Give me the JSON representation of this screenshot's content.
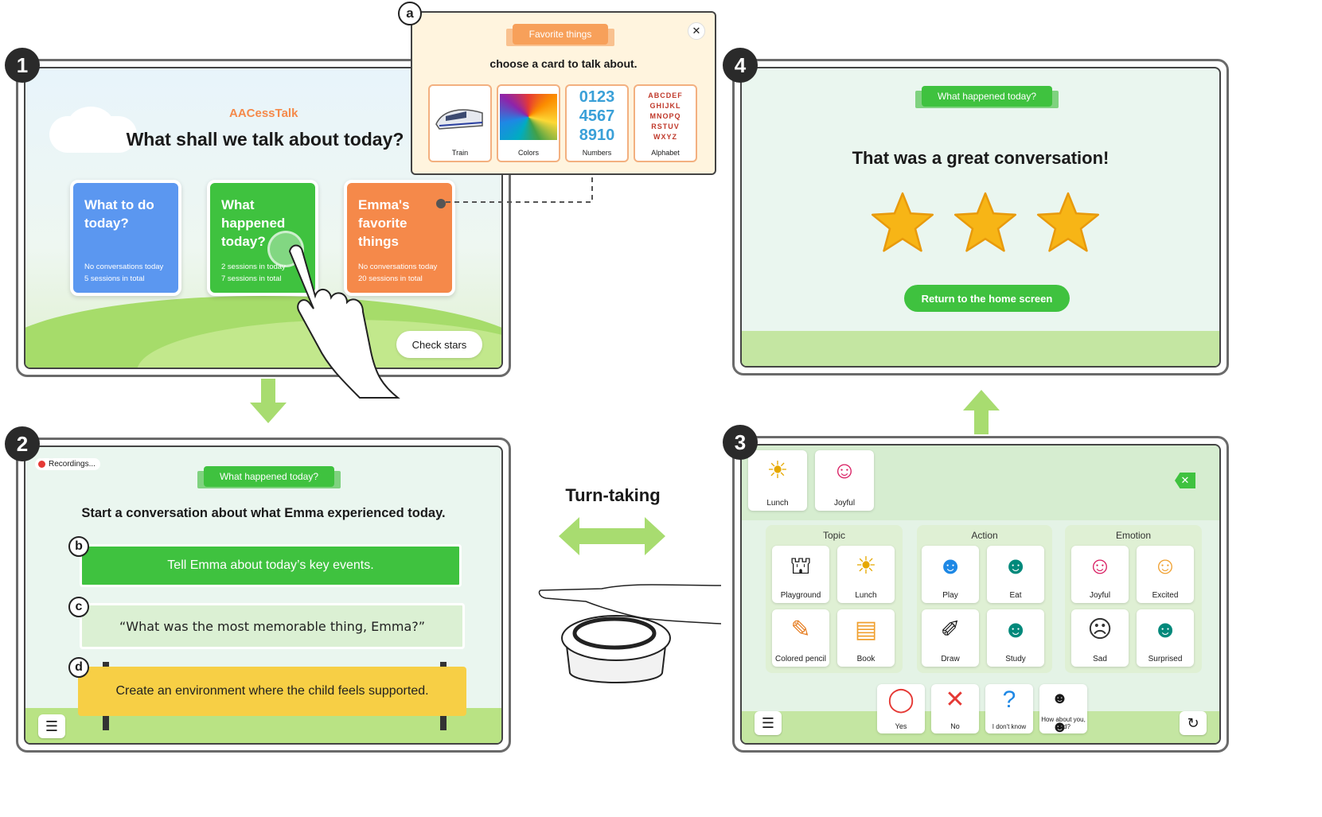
{
  "steps": {
    "one": "1",
    "two": "2",
    "three": "3",
    "four": "4"
  },
  "panel1": {
    "logo": "AACessTalk",
    "heading": "What shall we talk about today?",
    "cards": [
      {
        "title": "What to do today?",
        "line1": "No conversations today",
        "line2": "5 sessions in total",
        "color": "#5b97f0"
      },
      {
        "title": "What happened today?",
        "line1": "2 sessions in today",
        "line2": "7 sessions in total",
        "color": "#3fc23f"
      },
      {
        "title": "Emma's favorite things",
        "line1": "No conversations today",
        "line2": "20 sessions in total",
        "color": "#f5894a"
      }
    ],
    "check_stars": "Check stars"
  },
  "popup_a": {
    "badge": "a",
    "ribbon": "Favorite things",
    "prompt": "choose a card to talk about.",
    "close_icon": "close-icon",
    "cards": [
      {
        "label": "Train"
      },
      {
        "label": "Colors"
      },
      {
        "label": "Numbers",
        "art": "0123\n4567\n8910"
      },
      {
        "label": "Alphabet",
        "art": "ABCDEF\nGHIJKL\nMNOPQ\nRSTUV\nWXYZ"
      }
    ]
  },
  "panel2": {
    "recording": "Recordings...",
    "ribbon": "What happened today?",
    "heading": "Start a conversation about what Emma experienced today.",
    "b_badge": "b",
    "c_badge": "c",
    "d_badge": "d",
    "b_text": "Tell Emma about today’s key events.",
    "c_text": "“What was the most memorable thing, Emma?”",
    "d_text": "Create an environment where the child feels supported."
  },
  "middle": {
    "turn_taking": "Turn-taking"
  },
  "panel3": {
    "selected": [
      {
        "label": "Lunch",
        "icon": "☀"
      },
      {
        "label": "Joyful",
        "icon": "☺"
      }
    ],
    "groups": [
      {
        "title": "Topic",
        "cards": [
          {
            "label": "Playground",
            "icon": "⛫"
          },
          {
            "label": "Lunch",
            "icon": "☀"
          },
          {
            "label": "Colored pencil",
            "icon": "✎"
          },
          {
            "label": "Book",
            "icon": "▤"
          }
        ]
      },
      {
        "title": "Action",
        "cards": [
          {
            "label": "Play",
            "icon": "☻"
          },
          {
            "label": "Eat",
            "icon": "☻"
          },
          {
            "label": "Draw",
            "icon": "✐"
          },
          {
            "label": "Study",
            "icon": "☻"
          }
        ]
      },
      {
        "title": "Emotion",
        "cards": [
          {
            "label": "Joyful",
            "icon": "☺"
          },
          {
            "label": "Excited",
            "icon": "☺"
          },
          {
            "label": "Sad",
            "icon": "☹"
          },
          {
            "label": "Surprised",
            "icon": "☻"
          }
        ]
      }
    ],
    "bottom": [
      {
        "label": "Yes",
        "icon": "◯",
        "color": "#e53935"
      },
      {
        "label": "No",
        "icon": "✕",
        "color": "#e53935"
      },
      {
        "label": "I don't know",
        "icon": "?",
        "color": "#1e88e5"
      },
      {
        "label": "How about you, dad?",
        "icon": "☻☻",
        "color": "#333333"
      }
    ]
  },
  "panel4": {
    "ribbon": "What happened today?",
    "heading": "That was a great conversation!",
    "stars": 3,
    "return_button": "Return to the home screen"
  }
}
